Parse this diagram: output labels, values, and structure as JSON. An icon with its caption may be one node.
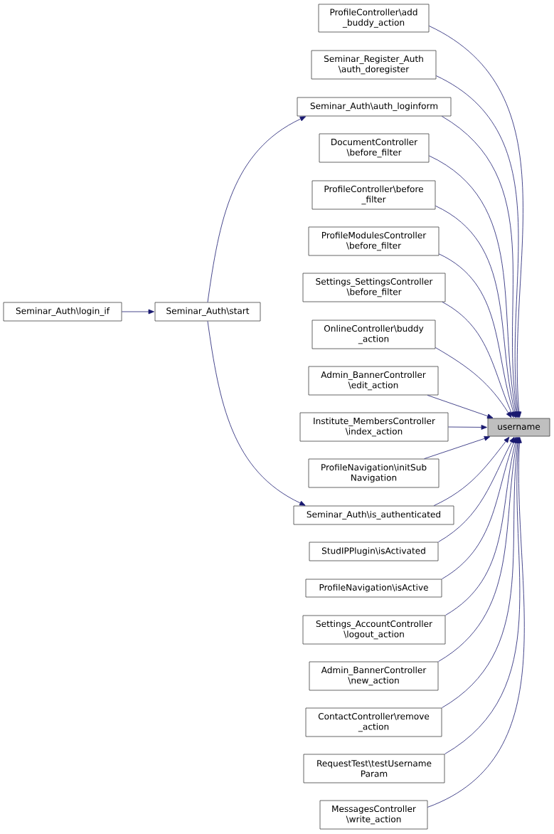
{
  "diagram": {
    "nodes": [
      {
        "text": [
          "Seminar_Auth\\login_if"
        ]
      },
      {
        "text": [
          "Seminar_Auth\\start"
        ]
      },
      {
        "text": [
          "ProfileController\\add _buddy_action"
        ]
      },
      {
        "text": [
          "Seminar_Register_Auth \\auth_doregister"
        ]
      },
      {
        "text": [
          "Seminar_Auth\\auth_loginform"
        ]
      },
      {
        "text": [
          "DocumentController \\before_filter"
        ]
      },
      {
        "text": [
          "ProfileController\\before _filter"
        ]
      },
      {
        "text": [
          "ProfileModulesController \\before_filter"
        ]
      },
      {
        "text": [
          "Settings_SettingsController \\before_filter"
        ]
      },
      {
        "text": [
          "OnlineController\\buddy _action"
        ]
      },
      {
        "text": [
          "Admin_BannerController \\edit_action"
        ]
      },
      {
        "text": [
          "Institute_MembersController \\index_action"
        ]
      },
      {
        "text": [
          "ProfileNavigation\\initSub Navigation"
        ]
      },
      {
        "text": [
          "Seminar_Auth\\is_authenticated"
        ]
      },
      {
        "text": [
          "StudIPPlugin\\isActivated"
        ]
      },
      {
        "text": [
          "ProfileNavigation\\isActive"
        ]
      },
      {
        "text": [
          "Settings_AccountController \\logout_action"
        ]
      },
      {
        "text": [
          "Admin_BannerController \\new_action"
        ]
      },
      {
        "text": [
          "ContactController\\remove _action"
        ]
      },
      {
        "text": [
          "RequestTest\\testUsername Param"
        ]
      },
      {
        "text": [
          "MessagesController \\write_action"
        ]
      },
      {
        "text": [
          "username"
        ]
      }
    ],
    "edges": [
      {
        "from": 0,
        "to": 1,
        "arrow": "to"
      },
      {
        "from": 1,
        "to": 4,
        "arrow": "to"
      },
      {
        "from": 1,
        "to": 13,
        "arrow": "to"
      },
      {
        "from": 2,
        "to": 21,
        "arrow": "to"
      },
      {
        "from": 3,
        "to": 21,
        "arrow": "to"
      },
      {
        "from": 4,
        "to": 21,
        "arrow": "to"
      },
      {
        "from": 5,
        "to": 21,
        "arrow": "to"
      },
      {
        "from": 6,
        "to": 21,
        "arrow": "to"
      },
      {
        "from": 7,
        "to": 21,
        "arrow": "to"
      },
      {
        "from": 8,
        "to": 21,
        "arrow": "to"
      },
      {
        "from": 9,
        "to": 21,
        "arrow": "to"
      },
      {
        "from": 10,
        "to": 21,
        "arrow": "to"
      },
      {
        "from": 11,
        "to": 21,
        "arrow": "to"
      },
      {
        "from": 12,
        "to": 21,
        "arrow": "to"
      },
      {
        "from": 13,
        "to": 21,
        "arrow": "to"
      },
      {
        "from": 14,
        "to": 21,
        "arrow": "to"
      },
      {
        "from": 15,
        "to": 21,
        "arrow": "to"
      },
      {
        "from": 16,
        "to": 21,
        "arrow": "to"
      },
      {
        "from": 17,
        "to": 21,
        "arrow": "to"
      },
      {
        "from": 18,
        "to": 21,
        "arrow": "to"
      },
      {
        "from": 19,
        "to": 21,
        "arrow": "to"
      },
      {
        "from": 20,
        "to": 21,
        "arrow": "to"
      }
    ]
  }
}
